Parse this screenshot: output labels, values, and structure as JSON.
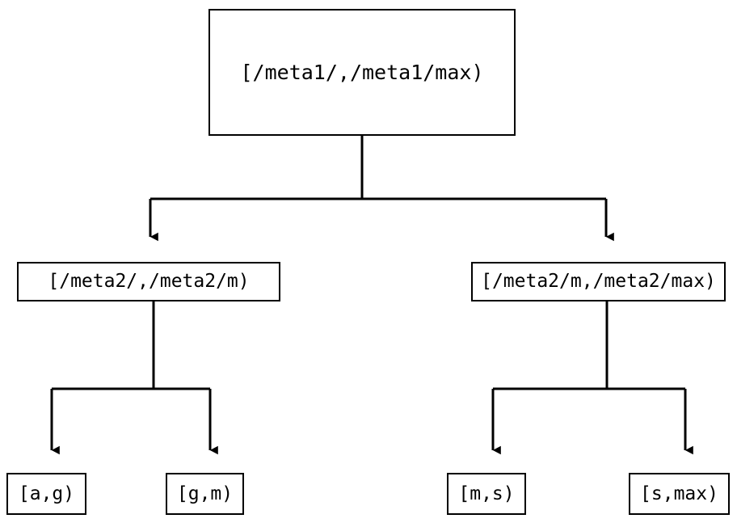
{
  "diagram": {
    "type": "tree",
    "title": "",
    "orientation": "top-down",
    "style": {
      "background_color": "#ffffff",
      "box_border_color": "#000000",
      "box_fill_color": "#ffffff",
      "connector_color": "#000000",
      "text_color": "#000000"
    },
    "nodes": {
      "root": {
        "label": "[/meta1/,/meta1/max)"
      },
      "mid_left": {
        "label": "[/meta2/,/meta2/m)"
      },
      "mid_right": {
        "label": "[/meta2/m,/meta2/max)"
      },
      "leaves": [
        {
          "label": "[a,g)"
        },
        {
          "label": "[g,m)"
        },
        {
          "label": "[m,s)"
        },
        {
          "label": "[s,max)"
        }
      ]
    },
    "edges": [
      {
        "from": "root",
        "to": "mid_left",
        "arrow": "down"
      },
      {
        "from": "root",
        "to": "mid_right",
        "arrow": "down"
      },
      {
        "from": "mid_left",
        "to": "leaf_0",
        "arrow": "down"
      },
      {
        "from": "mid_left",
        "to": "leaf_1",
        "arrow": "down"
      },
      {
        "from": "mid_right",
        "to": "leaf_2",
        "arrow": "down"
      },
      {
        "from": "mid_right",
        "to": "leaf_3",
        "arrow": "down"
      }
    ]
  }
}
